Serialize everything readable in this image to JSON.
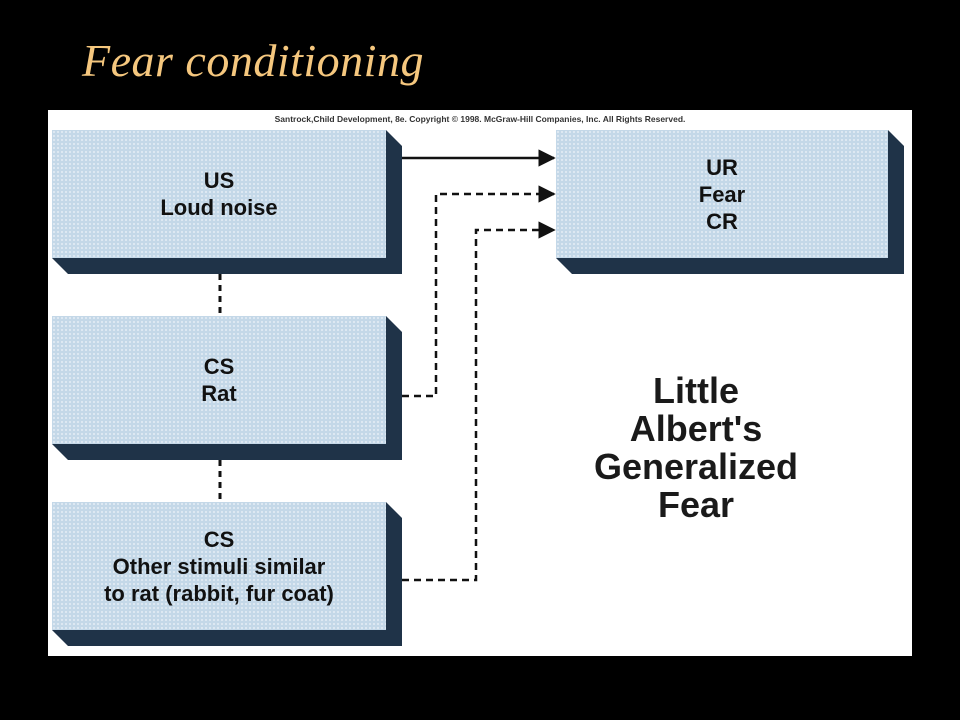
{
  "slide": {
    "title": "Fear conditioning"
  },
  "figure": {
    "copyright": "Santrock,Child Development, 8e. Copyright © 1998. McGraw-Hill Companies, Inc. All Rights Reserved.",
    "boxes": {
      "us": {
        "lines": [
          "US",
          "Loud noise"
        ]
      },
      "cs_rat": {
        "lines": [
          "CS",
          "Rat"
        ]
      },
      "cs_other": {
        "lines": [
          "CS",
          "Other stimuli similar",
          "to rat (rabbit, fur coat)"
        ]
      },
      "response": {
        "lines": [
          "UR",
          "Fear",
          "CR"
        ]
      }
    },
    "note": {
      "lines": [
        "Little",
        "Albert's",
        "Generalized",
        "Fear"
      ]
    }
  },
  "colors": {
    "title": "#f5c77e",
    "box_face": "#c4d8e8",
    "box_shadow": "#1f3348",
    "connector": "#111111"
  }
}
